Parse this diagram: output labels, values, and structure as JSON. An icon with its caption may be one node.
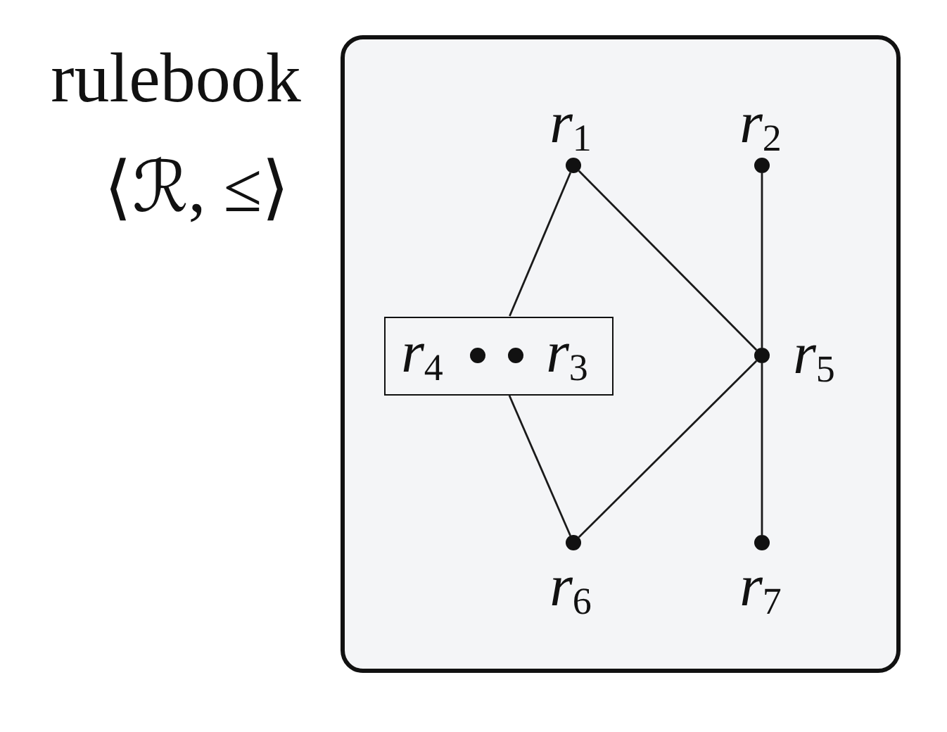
{
  "diagram": {
    "nodes": [
      {
        "text": [],
        "shape": "box",
        "beside": [
          "rulebook",
          "⟨ℛ, ≤⟩"
        ]
      },
      {
        "text": [],
        "shape": "circle",
        "in": 0,
        "beside": [
          "r$_{1}$"
        ]
      },
      {
        "text": [],
        "shape": "circle",
        "in": 0,
        "beside": [
          "r$_{2}$"
        ]
      },
      {
        "text": [],
        "shape": "box",
        "in": 0
      },
      {
        "text": [],
        "shape": "circle",
        "in": 3,
        "beside": [
          "r$_{4}$"
        ]
      },
      {
        "text": [],
        "shape": "circle",
        "in": 3,
        "beside": [
          "r$_{3}$"
        ]
      },
      {
        "text": [],
        "shape": "circle",
        "in": 0,
        "beside": [
          "r$_{5}$"
        ]
      },
      {
        "text": [],
        "shape": "circle",
        "in": 0,
        "beside": [
          "r$_{6}$"
        ]
      },
      {
        "text": [],
        "shape": "circle",
        "in": 0,
        "beside": [
          "r$_{7}$"
        ]
      }
    ],
    "edges": [
      {
        "from": 1,
        "to": 3,
        "arrow": "none"
      },
      {
        "from": 1,
        "to": 6,
        "arrow": "none"
      },
      {
        "from": 2,
        "to": 6,
        "arrow": "none"
      },
      {
        "from": 3,
        "to": 7,
        "arrow": "none"
      },
      {
        "from": 6,
        "to": 7,
        "arrow": "none"
      },
      {
        "from": 6,
        "to": 8,
        "arrow": "none"
      }
    ]
  }
}
